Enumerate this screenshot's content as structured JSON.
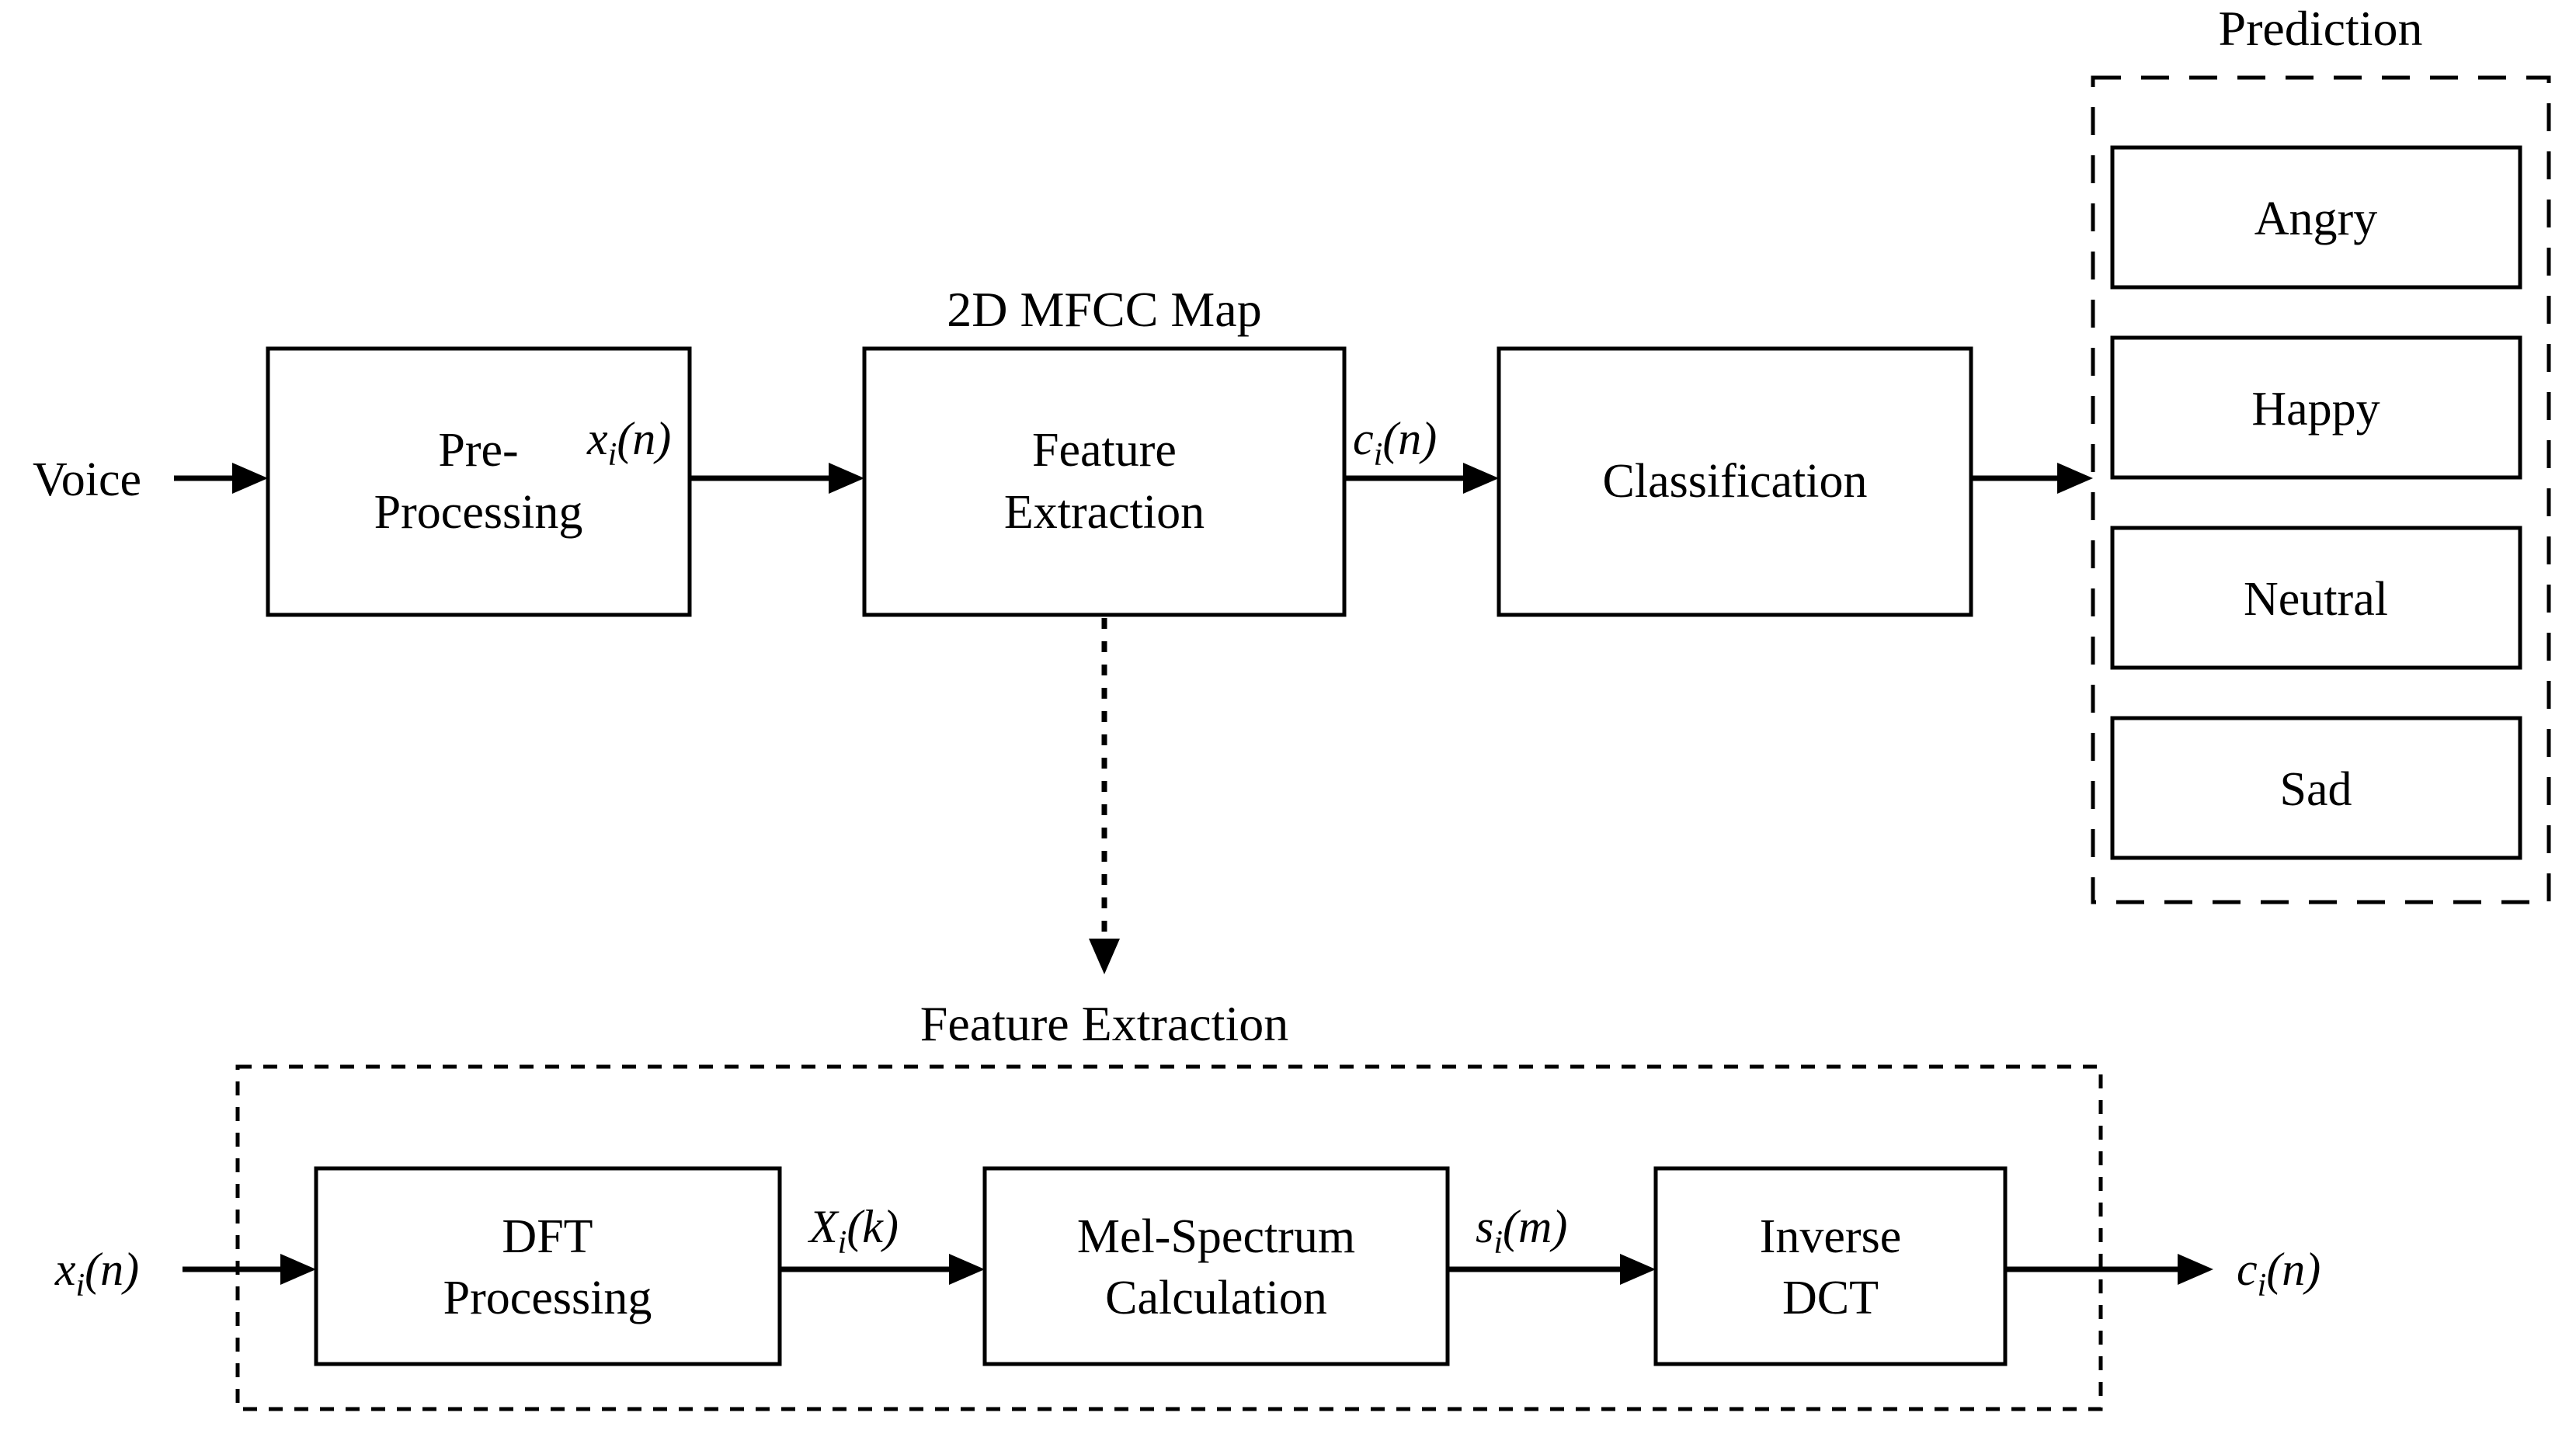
{
  "colors": {
    "stroke": "#000000",
    "background": "#ffffff"
  },
  "top": {
    "input_label": "Voice",
    "fe_title": "2D MFCC Map",
    "blocks": {
      "pre": {
        "line1": "Pre-",
        "line2": "Processing"
      },
      "fe": {
        "line1": "Feature",
        "line2": "Extraction"
      },
      "classification": {
        "label": "Classification"
      }
    },
    "signals": {
      "xin": {
        "main": "x",
        "sub": "i",
        "tail": "(n)"
      },
      "cin": {
        "main": "c",
        "sub": "i",
        "tail": "(n)"
      }
    },
    "prediction": {
      "title": "Prediction",
      "classes": [
        "Angry",
        "Happy",
        "Neutral",
        "Sad"
      ]
    }
  },
  "bottom": {
    "title": "Feature Extraction",
    "blocks": {
      "dft": {
        "line1": "DFT",
        "line2": "Processing"
      },
      "mel": {
        "line1": "Mel-Spectrum",
        "line2": "Calculation"
      },
      "idct": {
        "line1": "Inverse",
        "line2": "DCT"
      }
    },
    "signals": {
      "xin": {
        "main": "x",
        "sub": "i",
        "tail": "(n)"
      },
      "xk": {
        "main": "X",
        "sub": "i",
        "tail": "(k)"
      },
      "sm": {
        "main": "s",
        "sub": "i",
        "tail": "(m)"
      },
      "cout": {
        "main": "c",
        "sub": "i",
        "tail": "(n)"
      }
    }
  }
}
